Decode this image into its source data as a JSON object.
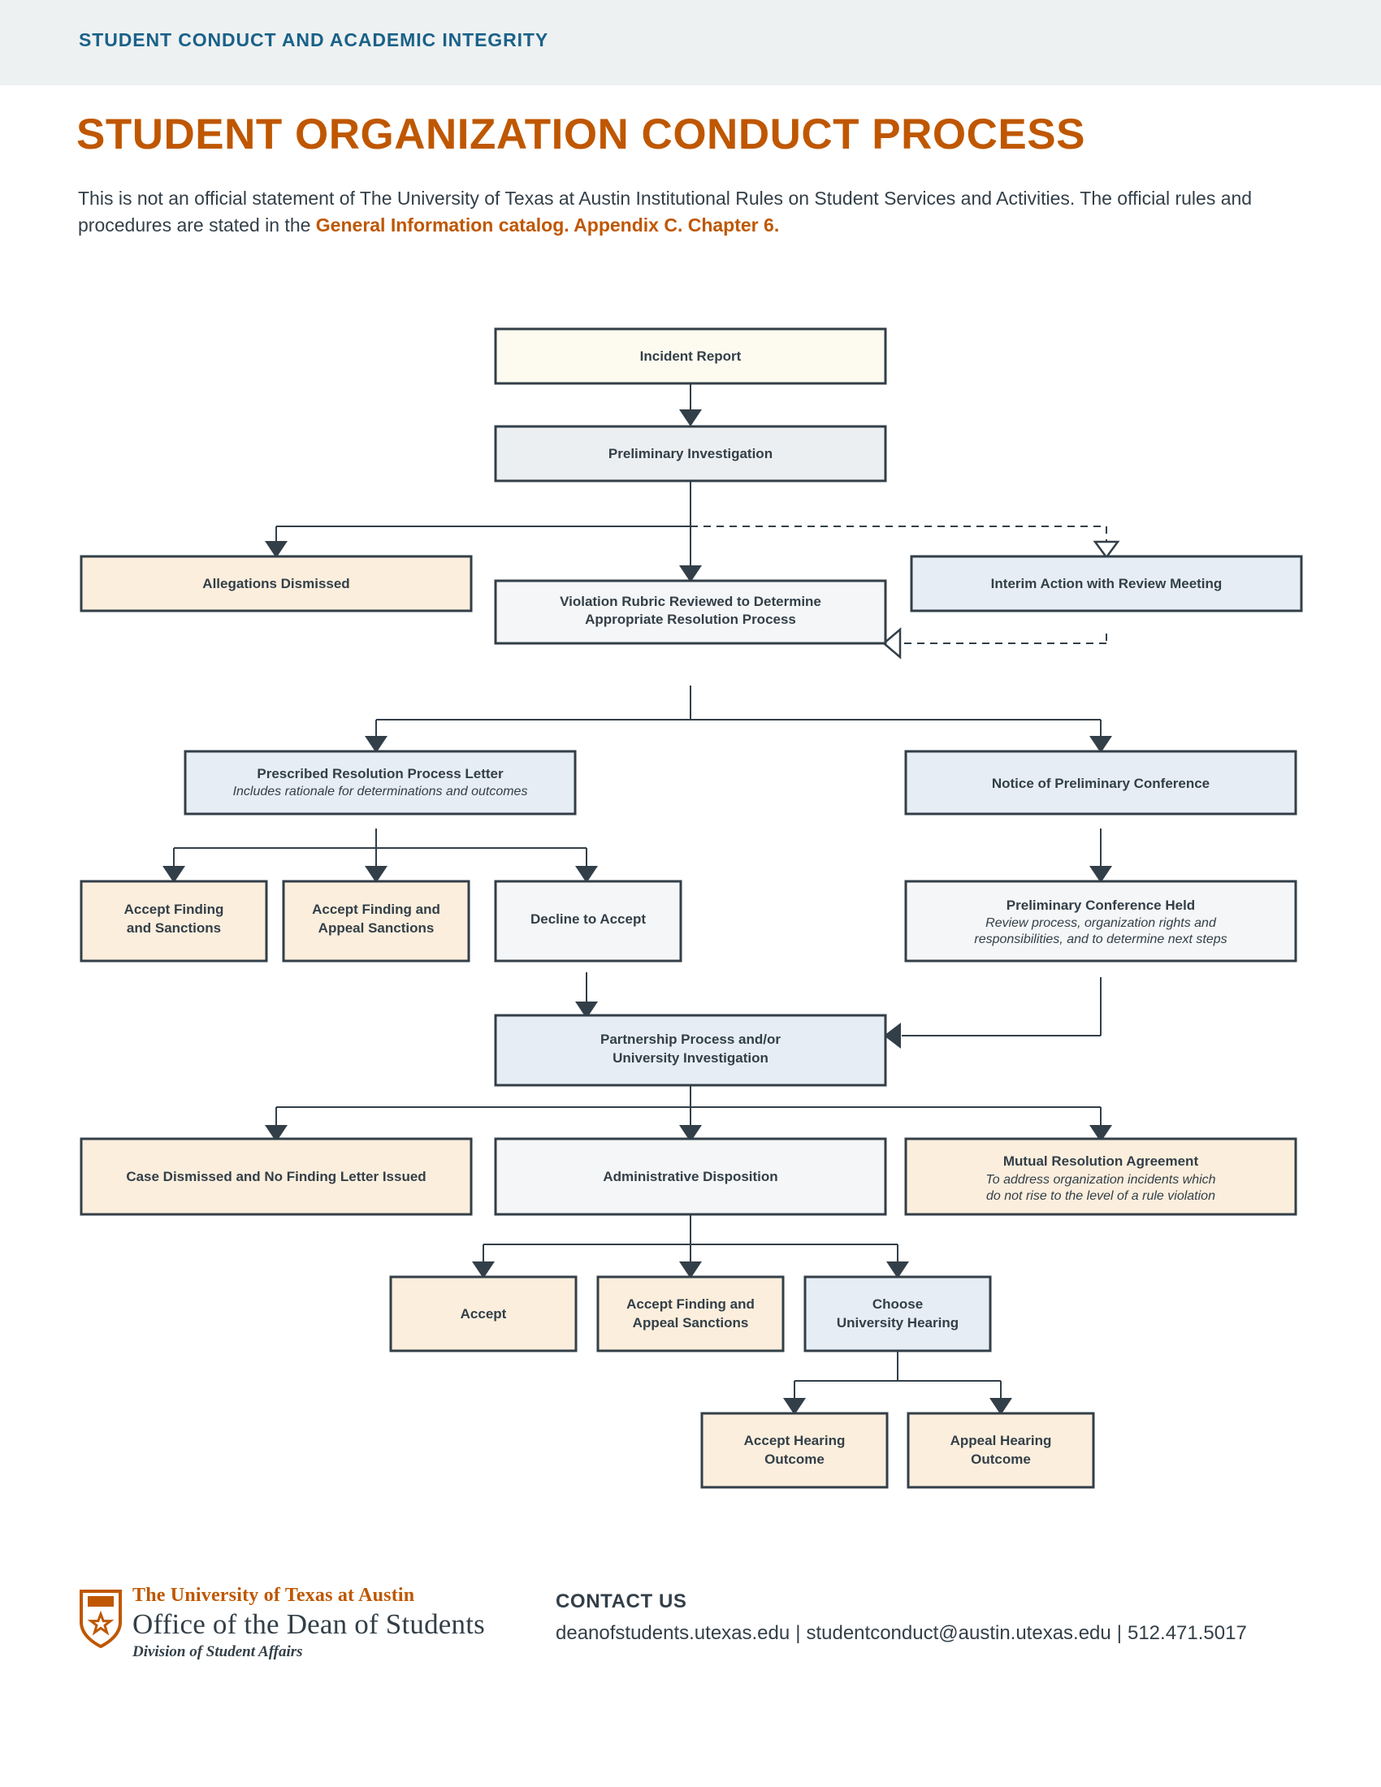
{
  "header": {
    "eyebrow": "Student Conduct and Academic Integrity"
  },
  "title": "Student Organization Conduct Process",
  "lede": {
    "text_before": "This is not an official statement of The University of Texas at Austin Institutional Rules on Student Services and Activities. The official rules and procedures are stated in the ",
    "link_text": "General Information catalog. Appendix C. Chapter 6."
  },
  "colors": {
    "brand_orange": "#bf5700",
    "brand_blue": "#1a6289",
    "ink": "#333f48",
    "band": "#eef1f2",
    "fill_cream": "#fdfbef",
    "fill_gray": "#eceff1",
    "fill_peach": "#fbeedd",
    "fill_blue": "#e6edf5",
    "fill_lgray": "#f4f6f7"
  },
  "chart_data": {
    "type": "diagram",
    "title": "Student Organization Conduct Process",
    "nodes": [
      {
        "id": "incident_report",
        "title": "Incident Report",
        "sub": "",
        "fill": "cream"
      },
      {
        "id": "preliminary_investigation",
        "title": "Preliminary Investigation",
        "sub": "",
        "fill": "gray"
      },
      {
        "id": "allegations_dismissed",
        "title": "Allegations Dismissed",
        "sub": "",
        "fill": "peach"
      },
      {
        "id": "interim_action",
        "title": "Interim Action with Review Meeting",
        "sub": "",
        "fill": "blue"
      },
      {
        "id": "violation_rubric",
        "title": "Violation Rubric Reviewed to Determine|Appropriate Resolution Process",
        "sub": "",
        "fill": "lgray"
      },
      {
        "id": "prescribed_letter",
        "title": "Prescribed Resolution Process Letter",
        "sub": "Includes rationale for determinations and outcomes",
        "fill": "blue"
      },
      {
        "id": "notice_preliminary_conf",
        "title": "Notice of Preliminary Conference",
        "sub": "",
        "fill": "blue"
      },
      {
        "id": "accept_finding_sanctions",
        "title": "Accept Finding|and Sanctions",
        "sub": "",
        "fill": "peach"
      },
      {
        "id": "accept_finding_appeal",
        "title": "Accept Finding and|Appeal Sanctions",
        "sub": "",
        "fill": "peach"
      },
      {
        "id": "decline_to_accept",
        "title": "Decline to Accept",
        "sub": "",
        "fill": "lgray"
      },
      {
        "id": "preliminary_conf_held",
        "title": "Preliminary Conference Held",
        "sub": "Review process, organization rights and|responsibilities, and to determine next steps",
        "fill": "lgray"
      },
      {
        "id": "partnership_process",
        "title": "Partnership Process and/or|University Investigation",
        "sub": "",
        "fill": "blue"
      },
      {
        "id": "case_dismissed",
        "title": "Case Dismissed and No Finding Letter Issued",
        "sub": "",
        "fill": "peach"
      },
      {
        "id": "administrative_disposition",
        "title": "Administrative Disposition",
        "sub": "",
        "fill": "lgray"
      },
      {
        "id": "mutual_resolution",
        "title": "Mutual Resolution Agreement",
        "sub": "To address organization incidents which|do not rise to the level of a rule violation",
        "fill": "peach"
      },
      {
        "id": "accept",
        "title": "Accept",
        "sub": "",
        "fill": "peach"
      },
      {
        "id": "accept_finding_appeal_2",
        "title": "Accept Finding and|Appeal Sanctions",
        "sub": "",
        "fill": "peach"
      },
      {
        "id": "choose_university_hearing",
        "title": "Choose|University Hearing",
        "sub": "",
        "fill": "blue"
      },
      {
        "id": "accept_hearing_outcome",
        "title": "Accept Hearing|Outcome",
        "sub": "",
        "fill": "peach"
      },
      {
        "id": "appeal_hearing_outcome",
        "title": "Appeal Hearing|Outcome",
        "sub": "",
        "fill": "peach"
      }
    ],
    "edges": [
      {
        "from": "incident_report",
        "to": "preliminary_investigation",
        "style": "solid"
      },
      {
        "from": "preliminary_investigation",
        "to": "allegations_dismissed",
        "style": "solid"
      },
      {
        "from": "preliminary_investigation",
        "to": "violation_rubric",
        "style": "solid"
      },
      {
        "from": "preliminary_investigation",
        "to": "interim_action",
        "style": "dashed"
      },
      {
        "from": "interim_action",
        "to": "violation_rubric",
        "style": "dashed"
      },
      {
        "from": "violation_rubric",
        "to": "prescribed_letter",
        "style": "solid"
      },
      {
        "from": "violation_rubric",
        "to": "notice_preliminary_conf",
        "style": "solid"
      },
      {
        "from": "prescribed_letter",
        "to": "accept_finding_sanctions",
        "style": "solid"
      },
      {
        "from": "prescribed_letter",
        "to": "accept_finding_appeal",
        "style": "solid"
      },
      {
        "from": "prescribed_letter",
        "to": "decline_to_accept",
        "style": "solid"
      },
      {
        "from": "notice_preliminary_conf",
        "to": "preliminary_conf_held",
        "style": "solid"
      },
      {
        "from": "decline_to_accept",
        "to": "partnership_process",
        "style": "solid"
      },
      {
        "from": "preliminary_conf_held",
        "to": "partnership_process",
        "style": "solid"
      },
      {
        "from": "partnership_process",
        "to": "case_dismissed",
        "style": "solid"
      },
      {
        "from": "partnership_process",
        "to": "administrative_disposition",
        "style": "solid"
      },
      {
        "from": "partnership_process",
        "to": "mutual_resolution",
        "style": "solid"
      },
      {
        "from": "administrative_disposition",
        "to": "accept",
        "style": "solid"
      },
      {
        "from": "administrative_disposition",
        "to": "accept_finding_appeal_2",
        "style": "solid"
      },
      {
        "from": "administrative_disposition",
        "to": "choose_university_hearing",
        "style": "solid"
      },
      {
        "from": "choose_university_hearing",
        "to": "accept_hearing_outcome",
        "style": "solid"
      },
      {
        "from": "choose_university_hearing",
        "to": "appeal_hearing_outcome",
        "style": "solid"
      }
    ]
  },
  "nodes": {
    "incident_report": {
      "title": "Incident Report",
      "sub": ""
    },
    "preliminary_investigation": {
      "title": "Preliminary Investigation",
      "sub": ""
    },
    "allegations_dismissed": {
      "title": "Allegations Dismissed",
      "sub": ""
    },
    "interim_action": {
      "title": "Interim Action with Review Meeting",
      "sub": ""
    },
    "violation_rubric": {
      "title_1": "Violation Rubric Reviewed to Determine",
      "title_2": "Appropriate Resolution Process"
    },
    "prescribed_letter": {
      "title": "Prescribed Resolution Process Letter",
      "sub": "Includes rationale for determinations and outcomes"
    },
    "notice_preliminary_conf": {
      "title": "Notice of Preliminary Conference",
      "sub": ""
    },
    "accept_finding_sanctions": {
      "title_1": "Accept Finding",
      "title_2": "and Sanctions"
    },
    "accept_finding_appeal": {
      "title_1": "Accept Finding and",
      "title_2": "Appeal Sanctions"
    },
    "decline_to_accept": {
      "title": "Decline to Accept"
    },
    "preliminary_conf_held": {
      "title": "Preliminary Conference Held",
      "sub_1": "Review process, organization rights and",
      "sub_2": "responsibilities, and to determine next steps"
    },
    "partnership_process": {
      "title_1": "Partnership Process and/or",
      "title_2": "University Investigation"
    },
    "case_dismissed": {
      "title": "Case Dismissed and No Finding Letter Issued"
    },
    "administrative_disposition": {
      "title": "Administrative Disposition"
    },
    "mutual_resolution": {
      "title": "Mutual Resolution Agreement",
      "sub_1": "To address organization incidents which",
      "sub_2": "do not rise to the level of a rule violation"
    },
    "accept": {
      "title": "Accept"
    },
    "accept_finding_appeal_2": {
      "title_1": "Accept Finding and",
      "title_2": "Appeal Sanctions"
    },
    "choose_university_hearing": {
      "title_1": "Choose",
      "title_2": "University Hearing"
    },
    "accept_hearing_outcome": {
      "title_1": "Accept Hearing",
      "title_2": "Outcome"
    },
    "appeal_hearing_outcome": {
      "title_1": "Appeal Hearing",
      "title_2": "Outcome"
    }
  },
  "footer": {
    "logo_line1": "The University of Texas at Austin",
    "logo_line2": "Office of the Dean of Students",
    "logo_line3": "Division of Student Affairs",
    "contact_heading": "Contact Us",
    "website": "deanofstudents.utexas.edu",
    "email": "studentconduct@austin.utexas.edu",
    "phone": "512.471.5017",
    "separator": "|"
  }
}
